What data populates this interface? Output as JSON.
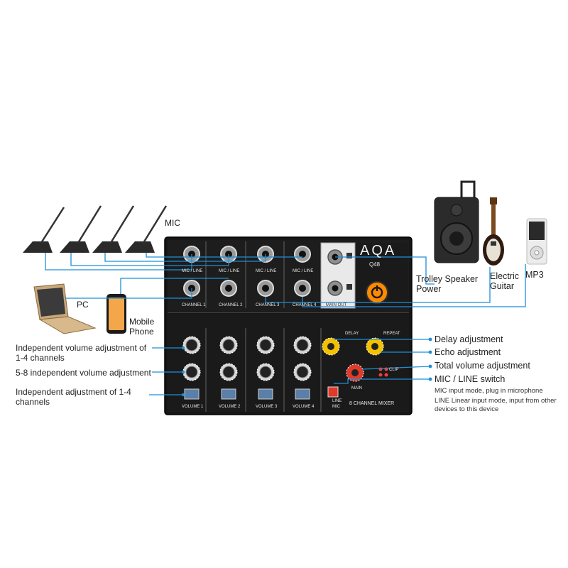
{
  "labels": {
    "mic": "MIC",
    "pc": "PC",
    "mobile_phone": "Mobile\nPhone",
    "trolley_speaker": "Trolley Speaker\nPower",
    "electric_guitar": "Electric\nGuitar",
    "mp3": "MP3",
    "vol_1_4_text": "Independent volume adjustment of\n1-4 channels",
    "vol_5_8_text": "5-8 independent volume adjustment",
    "adj_1_4_text": "Independent adjustment of 1-4\nchannels",
    "delay_adjustment": "Delay adjustment",
    "echo_adjustment": "Echo adjustment",
    "total_volume": "Total volume adjustment",
    "mic_line_switch": "MIC / LINE switch",
    "mic_mode_note_1": "MIC input mode, plug in microphone",
    "mic_mode_note_2": "LINE Linear input mode, input from other\ndevices to this device"
  },
  "mixer": {
    "brand": "AQA",
    "model": "Q48",
    "product_label": "8 CHANNEL MIXER",
    "mic_line_label": "MIC / LINE",
    "channel_labels": [
      "CHANNEL 1",
      "CHANNEL 2",
      "CHANNEL 3",
      "CHANNEL 4"
    ],
    "volume_labels": [
      "VOLUME 1",
      "VOLUME 2",
      "VOLUME 3",
      "VOLUME 4"
    ],
    "main_out": "MAIN OUT",
    "delay_knob": "DELAY",
    "repeat_knob": "REPEAT",
    "main_knob": "MAIN",
    "switch_line": "LINE",
    "switch_mic": "MIC",
    "clip": "CLIP",
    "accent_color": "#ff8a00",
    "knob_color": "#f2c200",
    "line_color": "#1e8fd8"
  }
}
